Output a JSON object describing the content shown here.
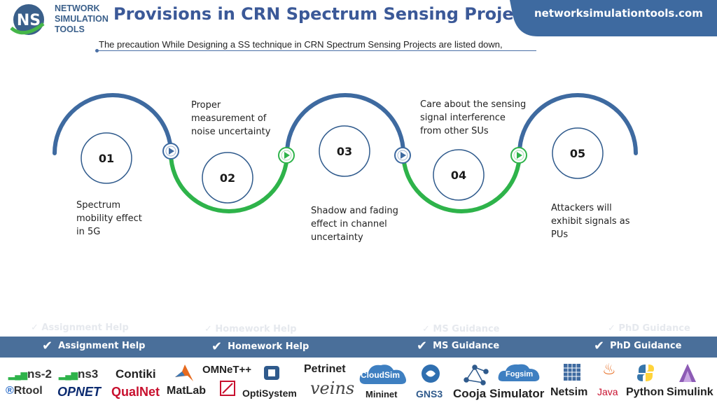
{
  "header": {
    "logo_initials": "NS",
    "logo_lines": [
      "NETWORK",
      "SIMULATION",
      "TOOLS"
    ],
    "title": "Provisions in CRN Spectrum Sensing Projects",
    "website": "networksimulationtools.com"
  },
  "subtitle": "The precaution While Designing a SS technique in CRN Spectrum Sensing Projects are listed down,",
  "steps": [
    {
      "number": "01",
      "text_lines": [
        "Spectrum",
        "mobility effect",
        "in 5G"
      ]
    },
    {
      "number": "02",
      "text_lines": [
        "Proper",
        "measurement of",
        "noise uncertainty"
      ]
    },
    {
      "number": "03",
      "text_lines": [
        "Shadow and fading",
        "effect in channel",
        "uncertainty"
      ]
    },
    {
      "number": "04",
      "text_lines": [
        "Care about the sensing",
        "signal interference",
        "from other SUs"
      ]
    },
    {
      "number": "05",
      "text_lines": [
        "Attackers will",
        "exhibit signals as",
        "PUs"
      ]
    }
  ],
  "services": [
    "Assignment Help",
    "Homework Help",
    "MS  Guidance",
    "PhD  Guidance"
  ],
  "tools": [
    "ns-2",
    "ns3",
    "Contiki",
    "OMNeT++",
    "Petrinet",
    "CloudSim",
    "Fogsim",
    "Rtool",
    "OPNET",
    "QualNet",
    "MatLab",
    "OptiSystem",
    "veins",
    "Mininet",
    "GNS3",
    "Cooja Simulator",
    "Netsim",
    "Java",
    "Python",
    "Simulink"
  ],
  "colors": {
    "blue": "#3e6aa0",
    "green": "#2eb34a",
    "title": "#3b5998",
    "band": "#4a6f9a"
  }
}
